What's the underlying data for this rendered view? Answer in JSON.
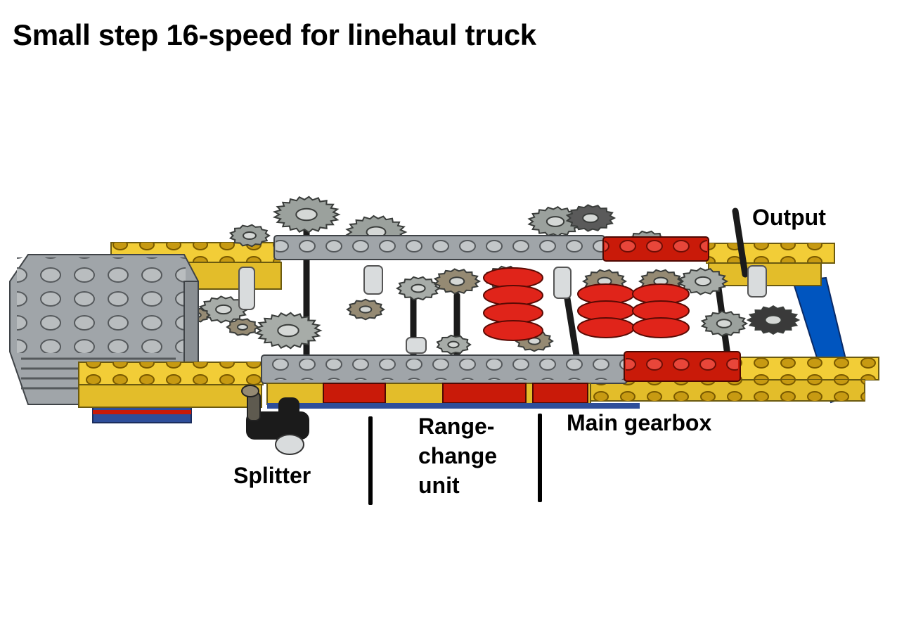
{
  "title": "Small step 16-speed for linehaul truck",
  "labels": {
    "output": "Output",
    "splitter": "Splitter",
    "range_line1": "Range-",
    "range_line2": "change",
    "range_line3": "unit",
    "main_gearbox": "Main gearbox"
  },
  "colors": {
    "yellow_beam": "#f2cd37",
    "grey_beam": "#a0a5a9",
    "red_beam": "#c91a09",
    "blue_beam": "#0055bf",
    "motor_grey": "#a0a5a9",
    "gear_grey": "#9ba19d",
    "clutch_red": "#e0241a",
    "axle_black": "#1b1b1b",
    "dark_tan": "#958a73"
  }
}
